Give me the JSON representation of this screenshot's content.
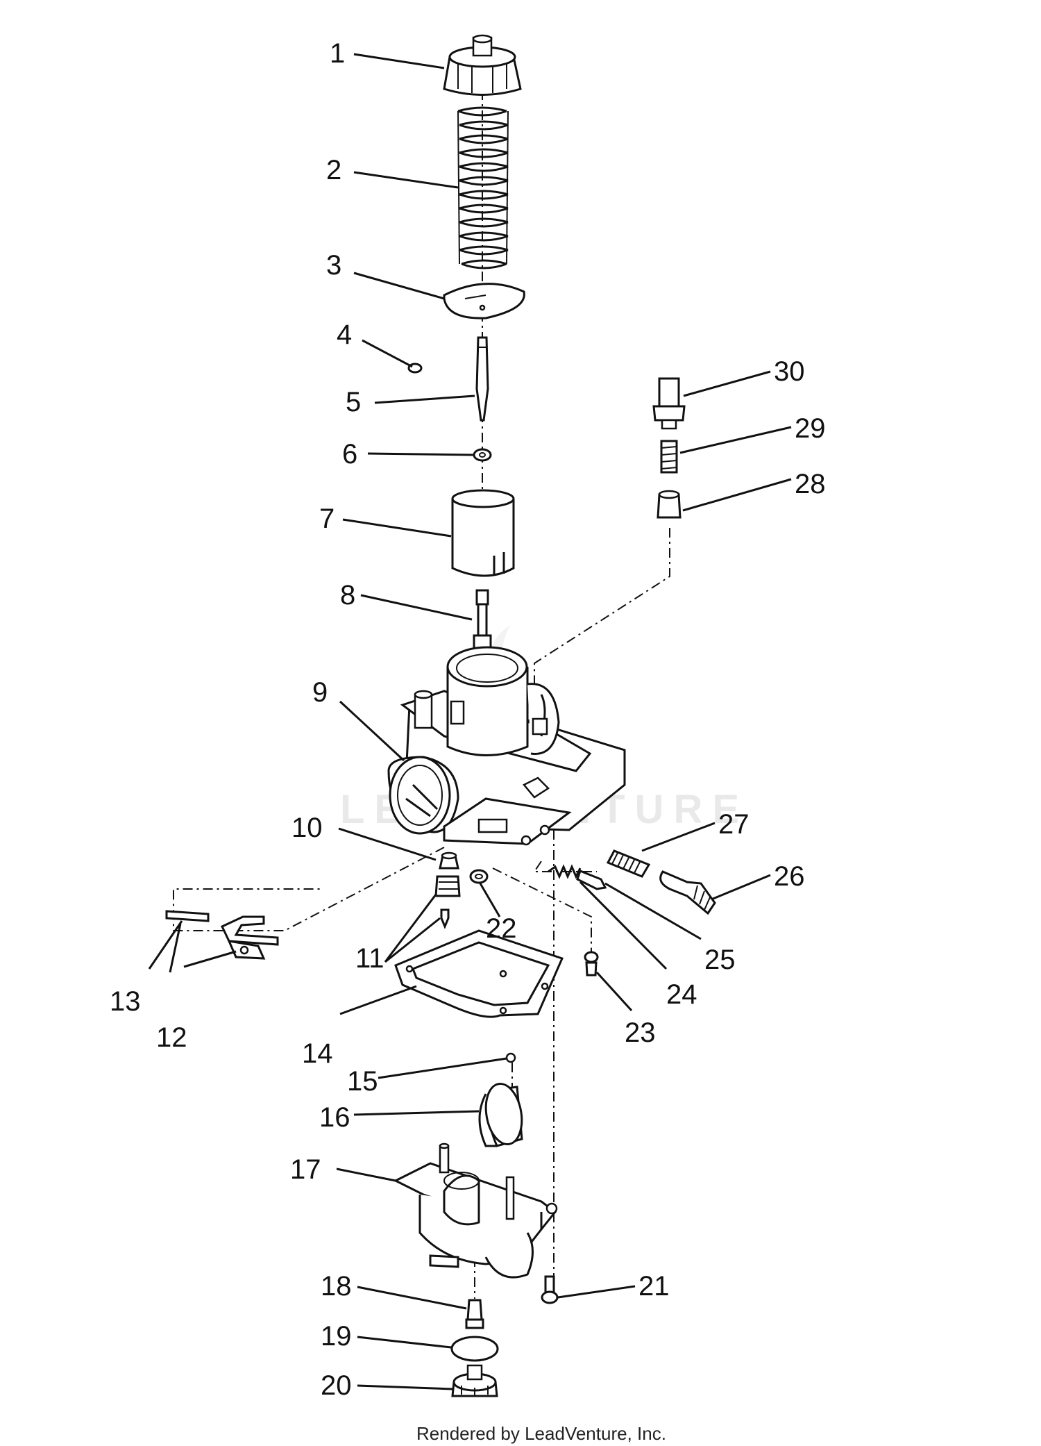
{
  "watermark": "LEADVENTURE",
  "footer": "Rendered by LeadVenture, Inc.",
  "callouts": [
    "1",
    "2",
    "3",
    "4",
    "5",
    "6",
    "7",
    "8",
    "9",
    "10",
    "11",
    "12",
    "13",
    "14",
    "15",
    "16",
    "17",
    "18",
    "19",
    "20",
    "21",
    "22",
    "23",
    "24",
    "25",
    "26",
    "27",
    "28",
    "29",
    "30"
  ]
}
